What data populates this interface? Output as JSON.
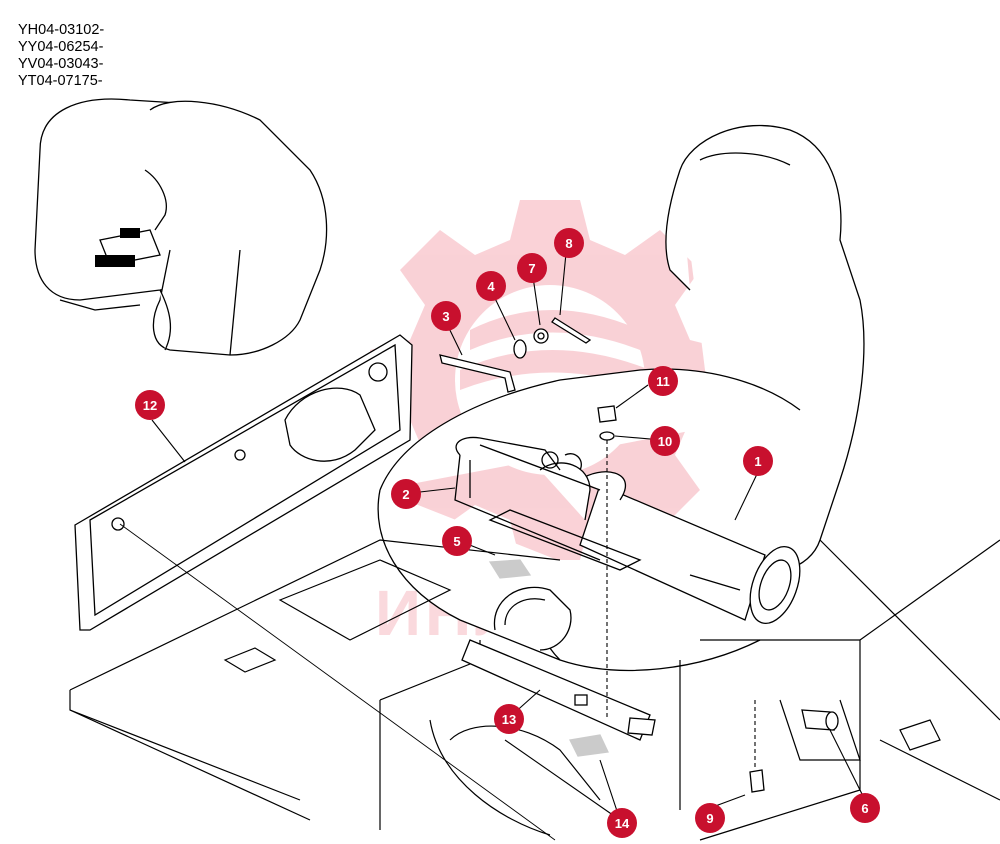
{
  "serial_numbers": [
    "YH04-03102-",
    "YY04-06254-",
    "YV04-03043-",
    "YT04-07175-"
  ],
  "watermark": {
    "text": "ИНЛЕХ",
    "color": "#e8324a"
  },
  "callouts": [
    {
      "id": "1",
      "label": "1"
    },
    {
      "id": "2",
      "label": "2"
    },
    {
      "id": "3",
      "label": "3"
    },
    {
      "id": "4",
      "label": "4"
    },
    {
      "id": "5",
      "label": "5"
    },
    {
      "id": "6",
      "label": "6"
    },
    {
      "id": "7",
      "label": "7"
    },
    {
      "id": "8",
      "label": "8"
    },
    {
      "id": "9",
      "label": "9"
    },
    {
      "id": "10",
      "label": "10"
    },
    {
      "id": "11",
      "label": "11"
    },
    {
      "id": "12",
      "label": "12"
    },
    {
      "id": "13",
      "label": "13"
    },
    {
      "id": "14",
      "label": "14"
    }
  ],
  "colors": {
    "callout_fill": "#c8102e",
    "line": "#000000"
  }
}
